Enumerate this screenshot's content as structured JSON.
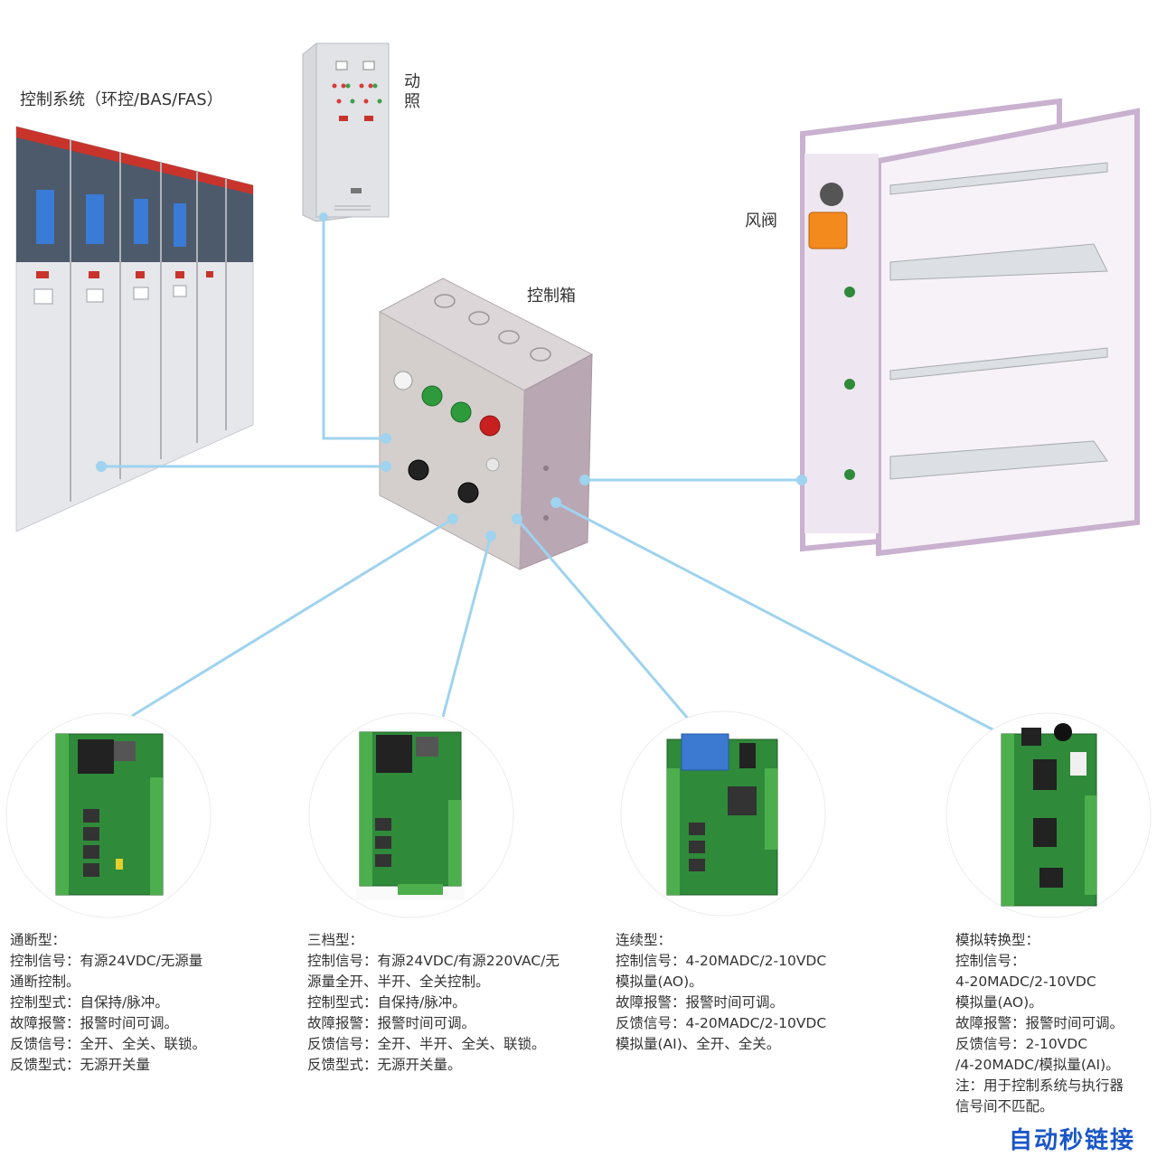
{
  "labels": {
    "control_system": "控制系统（环控/BAS/FAS）",
    "power_lighting_1": "动",
    "power_lighting_2": "照",
    "damper": "风阀",
    "control_box": "控制箱"
  },
  "modules": [
    {
      "lines": [
        "通断型：",
        "控制信号：有源24VDC/无源量",
        "通断控制。",
        "控制型式：自保持/脉冲。",
        "故障报警：报警时间可调。",
        "反馈信号：全开、全关、联锁。",
        "反馈型式：无源开关量"
      ]
    },
    {
      "lines": [
        "三档型：",
        "控制信号：有源24VDC/有源220VAC/无",
        "源量全开、半开、全关控制。",
        "控制型式：自保持/脉冲。",
        "故障报警：报警时间可调。",
        "反馈信号：全开、半开、全关、联锁。",
        "反馈型式：无源开关量。"
      ]
    },
    {
      "lines": [
        "连续型：",
        "控制信号：4-20MADC/2-10VDC",
        "模拟量(AO)。",
        "故障报警：报警时间可调。",
        "反馈信号：4-20MADC/2-10VDC",
        "模拟量(AI)、全开、全关。"
      ]
    },
    {
      "lines": [
        "模拟转换型：",
        "控制信号：",
        "4-20MADC/2-10VDC",
        "模拟量(AO)。",
        "故障报警：报警时间可调。",
        "反馈信号：2-10VDC",
        "/4-20MADC/模拟量(AI)。",
        "注：用于控制系统与执行器",
        "信号间不匹配。"
      ]
    }
  ],
  "watermark": "自动秒链接",
  "colors": {
    "connector": "#9fd3ef",
    "pcb": "#2f8a3a",
    "terminal": "#4cae4c",
    "damper_frame": "#d9c7de"
  }
}
